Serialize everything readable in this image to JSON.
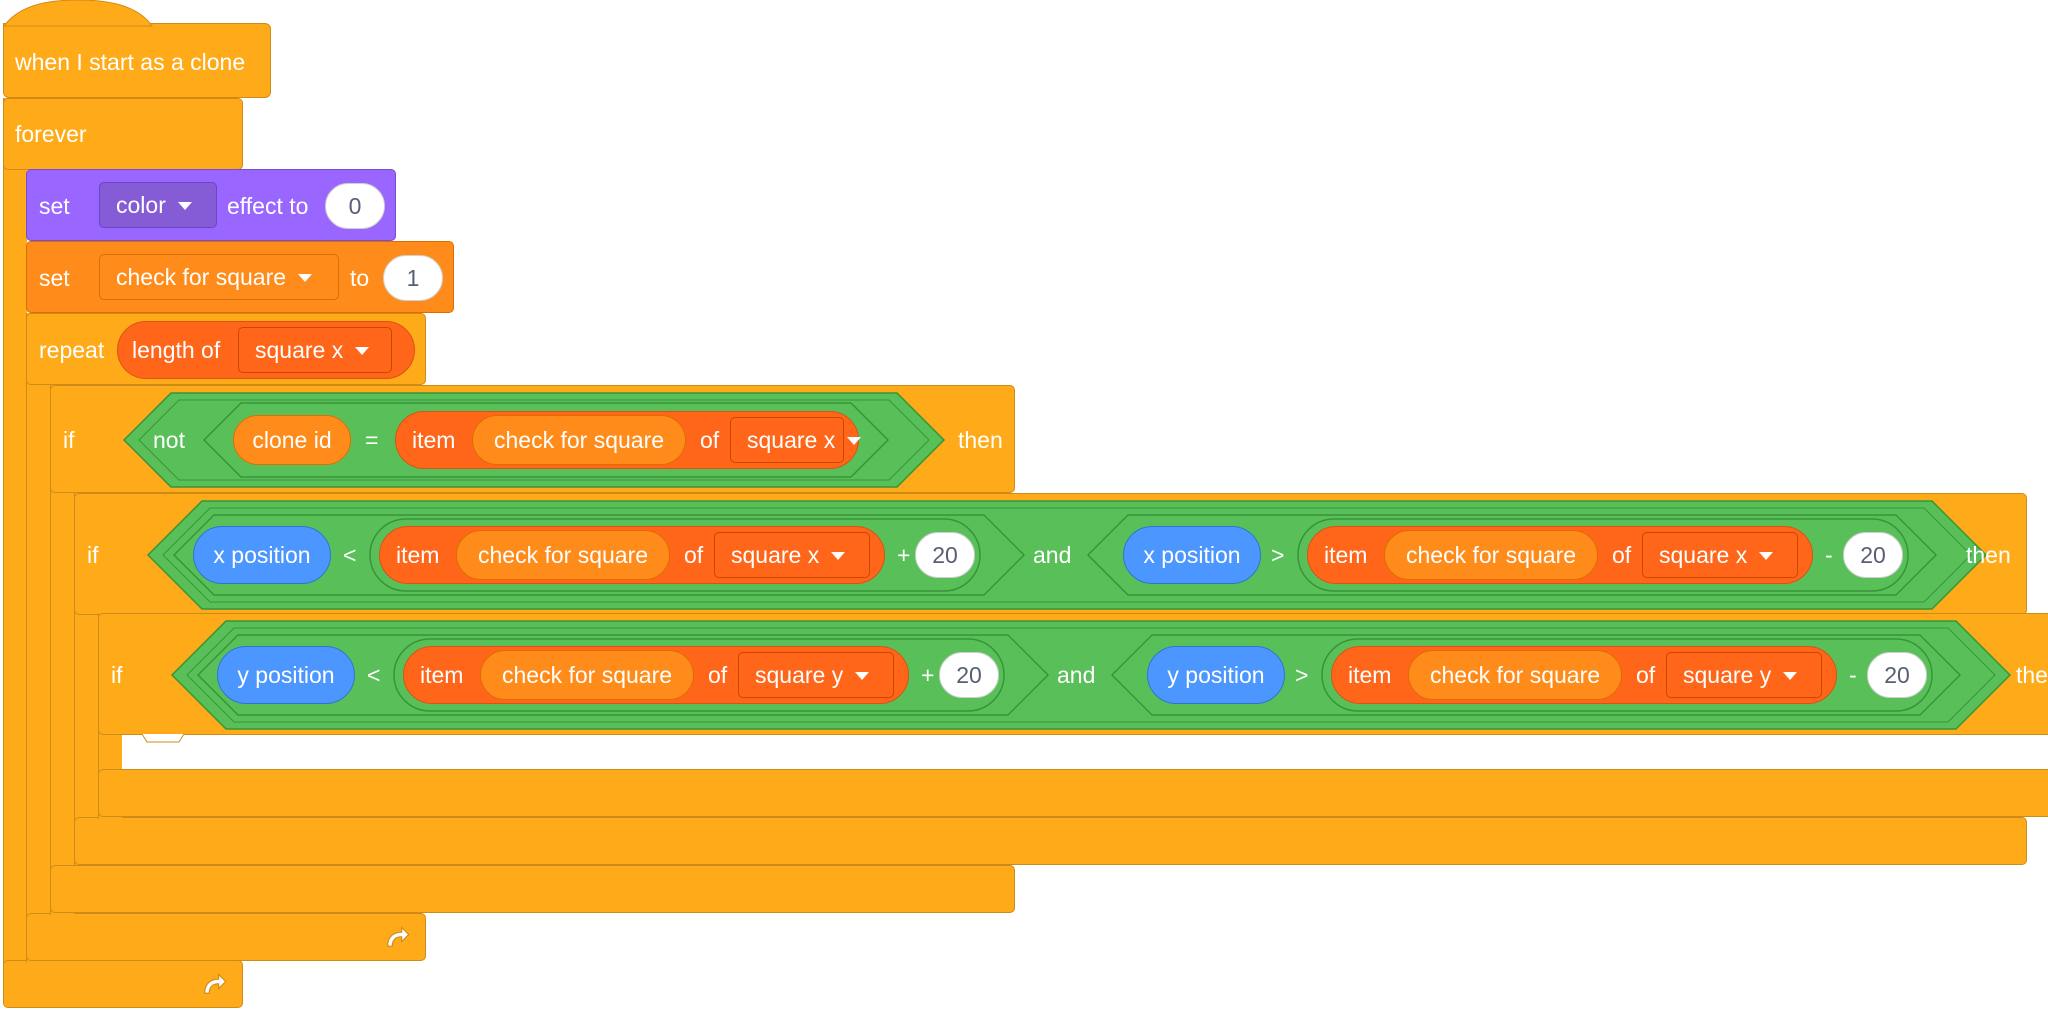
{
  "hat": {
    "label": "when I start as a clone"
  },
  "forever": {
    "label": "forever"
  },
  "set_effect": {
    "set_label": "set",
    "effect": "color",
    "to_label": "effect to",
    "value": "0"
  },
  "set_var": {
    "set_label": "set",
    "variable": "check for square",
    "to_label": "to",
    "value": "1"
  },
  "repeat": {
    "label": "repeat",
    "reporter_label": "length of",
    "list": "square x"
  },
  "if1": {
    "if_label": "if",
    "then_label": "then",
    "not_label": "not",
    "left": "clone id",
    "op": "=",
    "item_label": "item",
    "index_var": "check for square",
    "of_label": "of",
    "list": "square x"
  },
  "if2": {
    "if_label": "if",
    "then_label": "then",
    "and_label": "and",
    "left": {
      "reporter": "x position",
      "op": "<",
      "item_label": "item",
      "index_var": "check for square",
      "of_label": "of",
      "list": "square x",
      "arith_op": "+",
      "amount": "20"
    },
    "right": {
      "reporter": "x position",
      "op": ">",
      "item_label": "item",
      "index_var": "check for square",
      "of_label": "of",
      "list": "square x",
      "arith_op": "-",
      "amount": "20"
    }
  },
  "if3": {
    "if_label": "if",
    "then_label": "then",
    "and_label": "and",
    "left": {
      "reporter": "y position",
      "op": "<",
      "item_label": "item",
      "index_var": "check for square",
      "of_label": "of",
      "list": "square y",
      "arith_op": "+",
      "amount": "20"
    },
    "right": {
      "reporter": "y position",
      "op": ">",
      "item_label": "item",
      "index_var": "check for square",
      "of_label": "of",
      "list": "square y",
      "arith_op": "-",
      "amount": "20"
    }
  },
  "colors": {
    "control": "#FFAB19",
    "looks": "#9966FF",
    "variables": "#FF8C1A",
    "lists": "#FF661A",
    "operators": "#59C059",
    "motion": "#4C97FF"
  },
  "icons": {
    "loop_arrow": "rotate-arrow-icon"
  }
}
